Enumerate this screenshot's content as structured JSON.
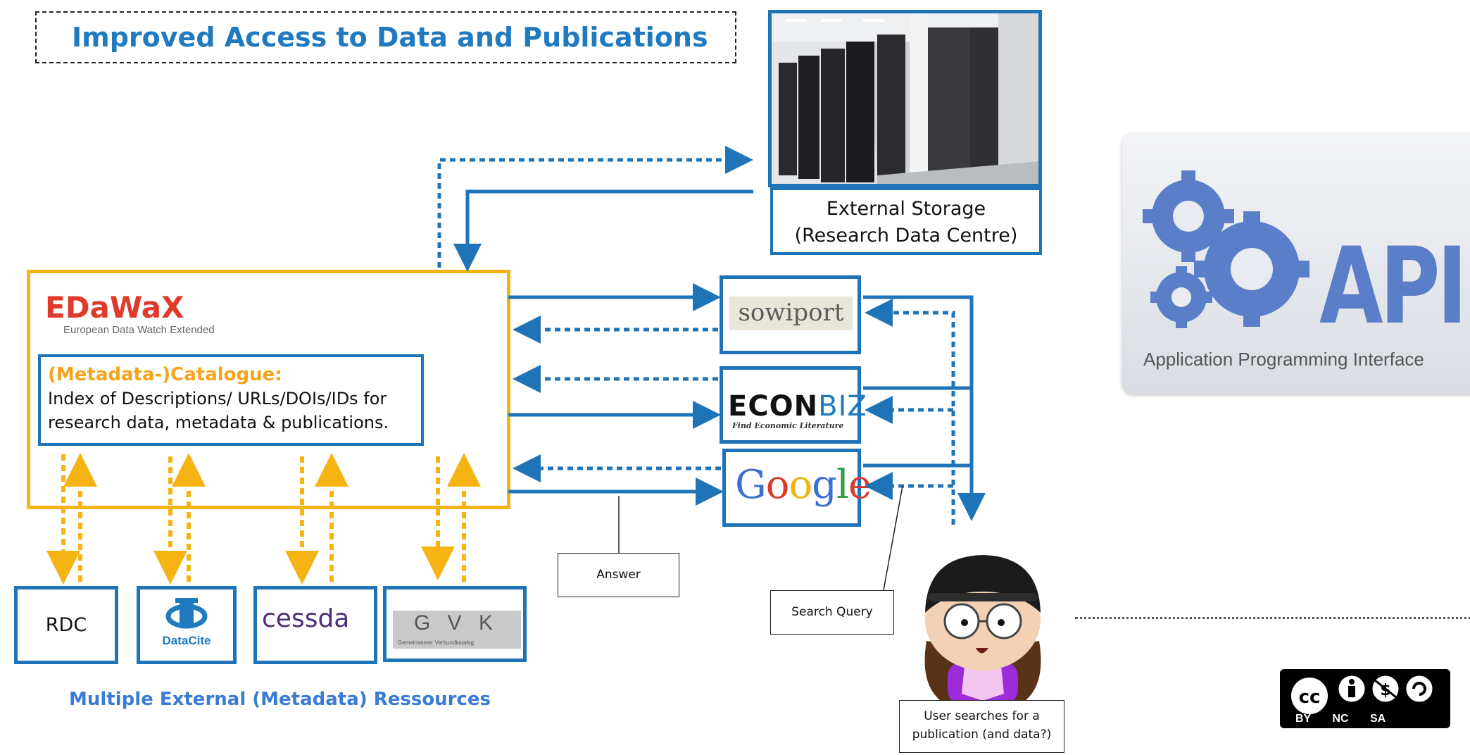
{
  "title": "Improved Access to Data and Publications",
  "external_storage": {
    "line1": "External Storage",
    "line2": "(Research Data Centre)"
  },
  "edawax": {
    "logo": "EDaWaX",
    "subtitle": "European Data Watch Extended",
    "catalogue_title": "(Metadata-)Catalogue:",
    "catalogue_line1": "Index of  Descriptions/ URLs/DOIs/IDs for",
    "catalogue_line2": "research data, metadata & publications."
  },
  "services": {
    "sowiport": "sowiport",
    "econbiz_econ": "ECON",
    "econbiz_biz": "BIZ",
    "econbiz_tag": "Find Economic Literature",
    "google_letters": [
      "G",
      "o",
      "o",
      "g",
      "l",
      "e"
    ],
    "google_colors": [
      "#3b6fd8",
      "#d83a2b",
      "#f2b313",
      "#3b6fd8",
      "#2e9b46",
      "#d83a2b"
    ]
  },
  "resources": {
    "rdc": "RDC",
    "datacite": "DataCite",
    "cessda": "cessda",
    "gvk": "G V K",
    "gvk_sub": "Gemeinsamer Verbundkatalog",
    "caption": "Multiple External (Metadata) Ressources"
  },
  "labels": {
    "answer": "Answer",
    "search_query": "Search Query",
    "user_line1": "User searches  for a",
    "user_line2": "publication (and data?)"
  },
  "api": {
    "word": "API",
    "caption": "Application Programming Interface"
  },
  "license": {
    "text": "BY NC SA",
    "badge": "cc"
  },
  "colors": {
    "blue": "#1f74b8",
    "yellow": "#f5b414",
    "title_blue": "#1f7ac0",
    "edawax_red": "#e03a2c"
  }
}
